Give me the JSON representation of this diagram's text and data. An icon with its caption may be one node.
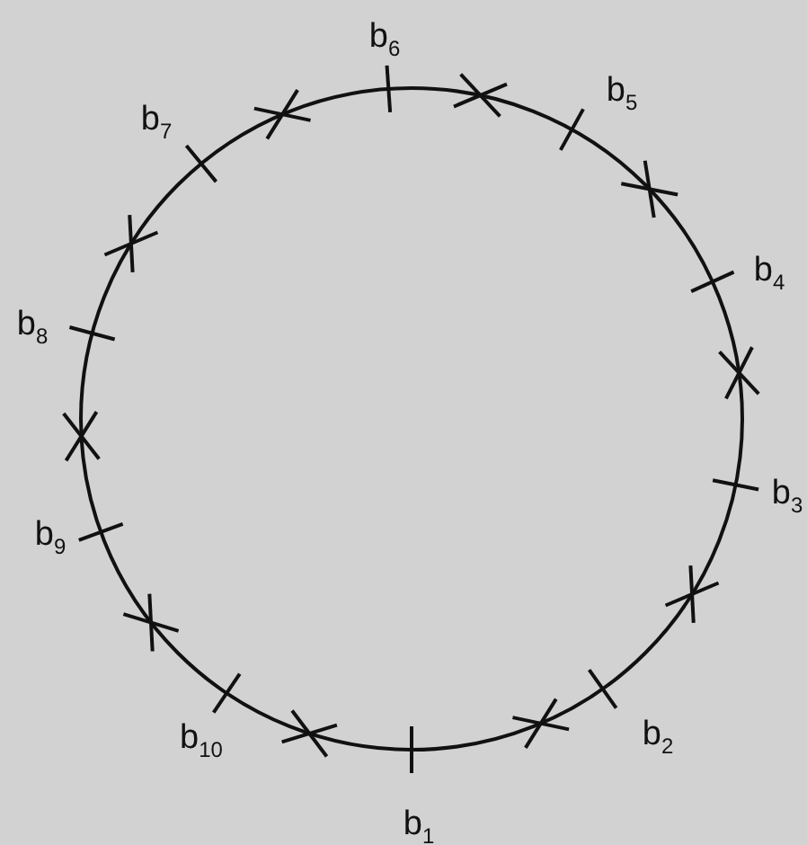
{
  "diagram": {
    "labels": [
      "b$_{6}$",
      "b$_{5}$",
      "b$_{7}$",
      "b$_{4}$",
      "b$_{8}$",
      "b$_{3}$",
      "b$_{9}$",
      "b$_{10}$",
      "b$_{2}$",
      "b$_{1}$"
    ]
  }
}
